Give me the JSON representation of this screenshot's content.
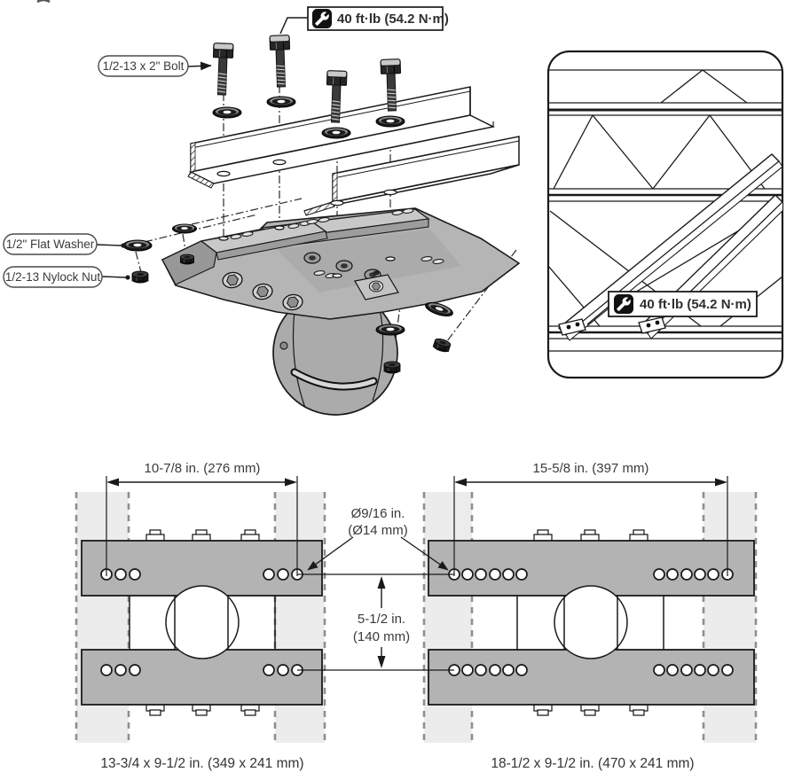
{
  "callouts": {
    "torque": "40 ft·lb (54.2 N·m)",
    "bolt": "1/2-13 x 2\" Bolt",
    "washer": "1/2\" Flat Washer",
    "nut": "1/2-13 Nylock Nut"
  },
  "left_pattern": {
    "width_dim": "10-7/8 in. (276 mm)",
    "footprint": "13-3/4 x 9-1/2 in. (349 x 241 mm)",
    "holes_per_group": 3
  },
  "right_pattern": {
    "width_dim": "15-5/8 in. (397 mm)",
    "footprint": "18-1/2 x 9-1/2 in. (470 x 241 mm)",
    "holes_per_group": 6
  },
  "shared_dims": {
    "hole_diameter_line1": "Ø9/16 in.",
    "hole_diameter_line2": "(Ø14 mm)",
    "row_spacing_line1": "5-1/2 in.",
    "row_spacing_line2": "(140 mm)"
  },
  "colors": {
    "line": "#1a1a1a",
    "plate_gray": "#b3b3b3",
    "band_gray": "#ececec",
    "bracket_gray": "#b5b5b5",
    "icon_bg": "#111111"
  }
}
